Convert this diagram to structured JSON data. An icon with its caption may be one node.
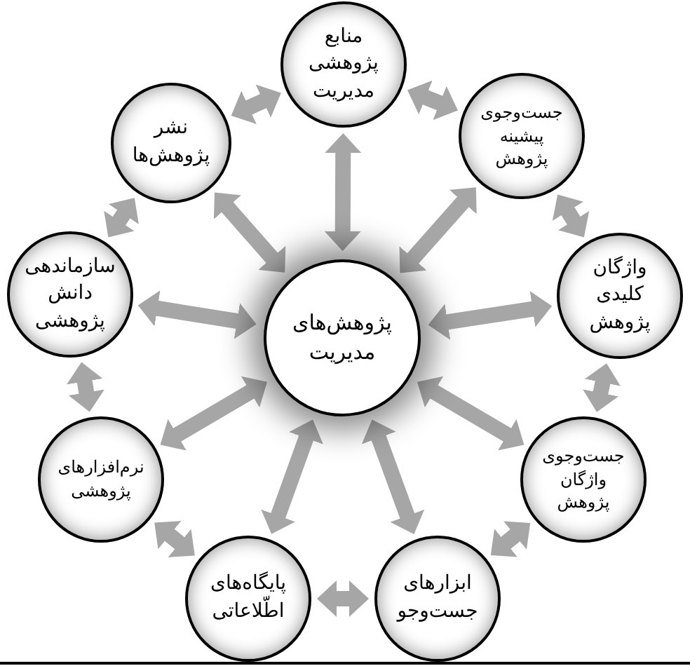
{
  "diagram": {
    "nodes": [
      {
        "text": [
          "پژوهش‌های مدیریت"
        ]
      },
      {
        "text": [
          "منابع پژوهشی مدیریت"
        ]
      },
      {
        "text": [
          "جست‌وجوی پیشینه پژوهش"
        ]
      },
      {
        "text": [
          "واژگان کلیدی پژوهش"
        ]
      },
      {
        "text": [
          "جست‌وجوی واژگان پژوهش"
        ]
      },
      {
        "text": [
          "ابزارهای جست‌وجو"
        ]
      },
      {
        "text": [
          "پایگاه‌های اطّلاعاتی"
        ]
      },
      {
        "text": [
          "نرم‌افزارهای پژوهشی"
        ]
      },
      {
        "text": [
          "سازماندهی دانش پژوهشی"
        ]
      },
      {
        "text": [
          "نشر پژوهش‌ها"
        ]
      }
    ],
    "edges": [
      {
        "from": 0,
        "to": 1,
        "arrow": "both"
      },
      {
        "from": 0,
        "to": 2,
        "arrow": "both"
      },
      {
        "from": 0,
        "to": 3,
        "arrow": "both"
      },
      {
        "from": 0,
        "to": 4,
        "arrow": "both"
      },
      {
        "from": 0,
        "to": 5,
        "arrow": "both"
      },
      {
        "from": 0,
        "to": 6,
        "arrow": "both"
      },
      {
        "from": 0,
        "to": 7,
        "arrow": "both"
      },
      {
        "from": 0,
        "to": 8,
        "arrow": "both"
      },
      {
        "from": 0,
        "to": 9,
        "arrow": "both"
      },
      {
        "from": 1,
        "to": 2,
        "arrow": "both"
      },
      {
        "from": 2,
        "to": 3,
        "arrow": "both"
      },
      {
        "from": 3,
        "to": 4,
        "arrow": "both"
      },
      {
        "from": 4,
        "to": 5,
        "arrow": "both"
      },
      {
        "from": 5,
        "to": 6,
        "arrow": "both"
      },
      {
        "from": 6,
        "to": 7,
        "arrow": "both"
      },
      {
        "from": 7,
        "to": 8,
        "arrow": "both"
      },
      {
        "from": 8,
        "to": 9,
        "arrow": "both"
      },
      {
        "from": 9,
        "to": 1,
        "arrow": "both"
      }
    ]
  }
}
